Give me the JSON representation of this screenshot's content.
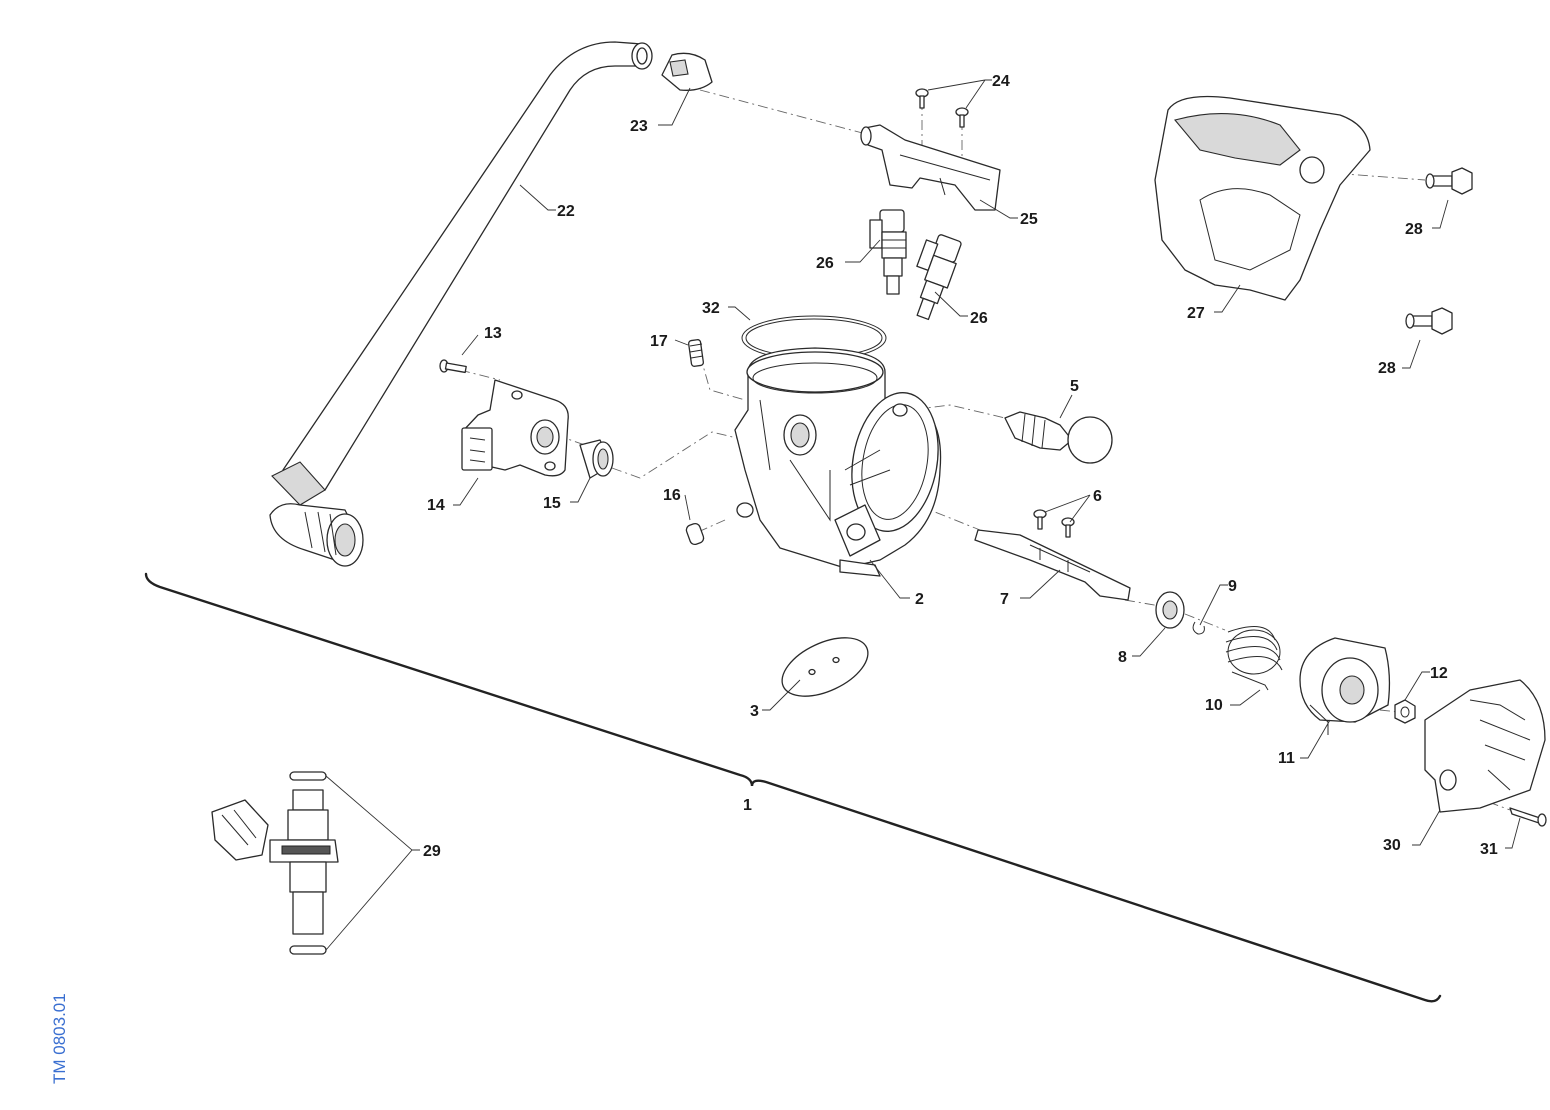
{
  "diagram": {
    "doc_code": "TM 0803.01",
    "callouts": {
      "c1": "1",
      "c2": "2",
      "c3": "3",
      "c5": "5",
      "c6": "6",
      "c7": "7",
      "c8": "8",
      "c9": "9",
      "c10": "10",
      "c11": "11",
      "c12": "12",
      "c13": "13",
      "c14": "14",
      "c15": "15",
      "c16": "16",
      "c17": "17",
      "c22": "22",
      "c23": "23",
      "c24": "24",
      "c25": "25",
      "c26a": "26",
      "c26b": "26",
      "c27": "27",
      "c28a": "28",
      "c28b": "28",
      "c29": "29",
      "c30": "30",
      "c31": "31",
      "c32": "32"
    },
    "colors": {
      "line": "#2a2a2a",
      "doc_code": "#3a6fd1"
    }
  }
}
